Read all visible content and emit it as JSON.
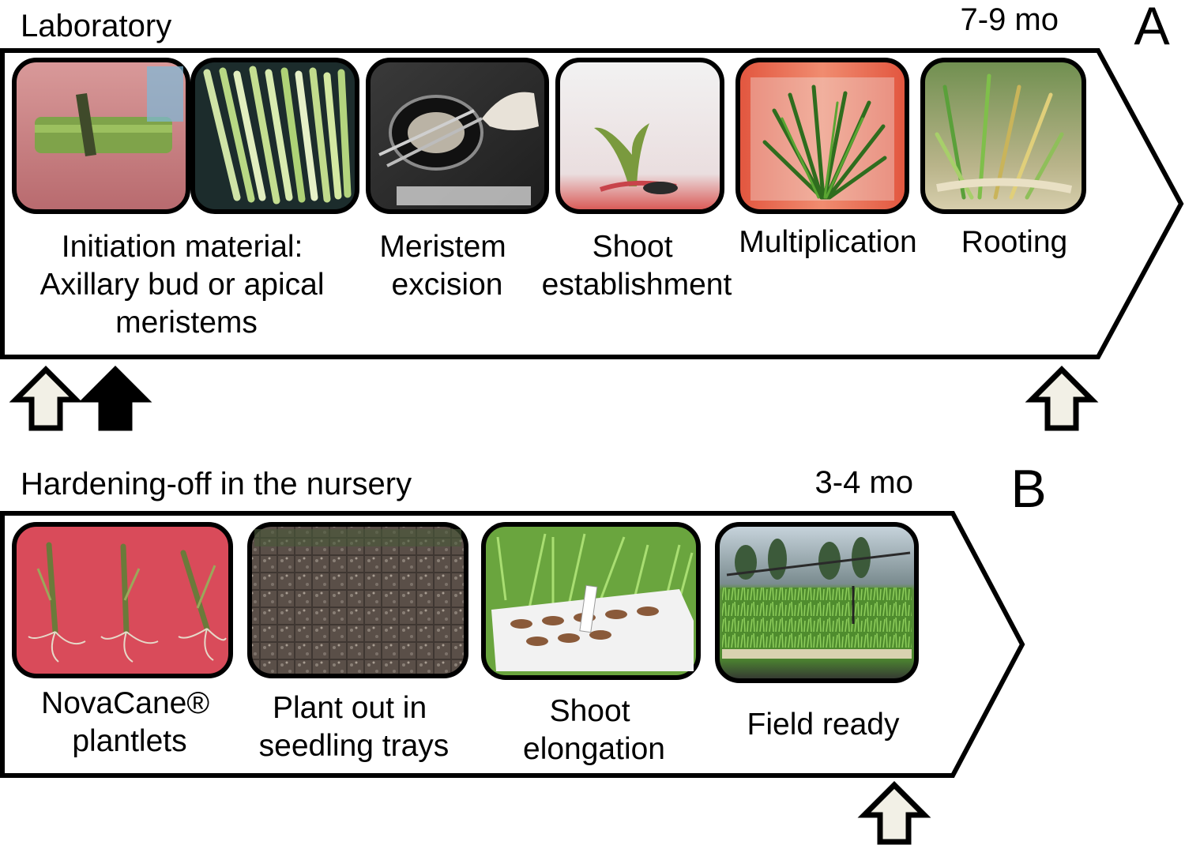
{
  "panel_a": {
    "heading": "Laboratory",
    "duration": "7-9 mo",
    "letter": "A",
    "steps": [
      {
        "lines": [
          "Initiation material:",
          "Axillary bud or apical",
          "meristems"
        ],
        "photo": "stem-node-photo"
      },
      {
        "lines": [],
        "photo": "cut-stems-photo"
      },
      {
        "lines": [
          "Meristem",
          "excision"
        ],
        "photo": "excision-photo"
      },
      {
        "lines": [
          "Shoot",
          "establishment"
        ],
        "photo": "shoot-jar-photo"
      },
      {
        "lines": [
          "Multiplication"
        ],
        "photo": "multiplication-jar-photo"
      },
      {
        "lines": [
          "Rooting"
        ],
        "photo": "rooting-jar-photo"
      }
    ]
  },
  "panel_b": {
    "heading": "Hardening-off in the nursery",
    "duration": "3-4 mo",
    "letter": "B",
    "steps": [
      {
        "lines": [
          "NovaCane®",
          "plantlets"
        ],
        "photo": "plantlets-photo"
      },
      {
        "lines": [
          "Plant out in",
          "seedling trays"
        ],
        "photo": "seedling-trays-photo"
      },
      {
        "lines": [
          "Shoot",
          "elongation"
        ],
        "photo": "elongation-trays-photo"
      },
      {
        "lines": [
          "Field ready"
        ],
        "photo": "nursery-field-photo"
      }
    ]
  },
  "colors": {
    "outline": "#000000",
    "open_arrow_fill": "#f2f0e6",
    "filled_arrow": "#000000"
  }
}
